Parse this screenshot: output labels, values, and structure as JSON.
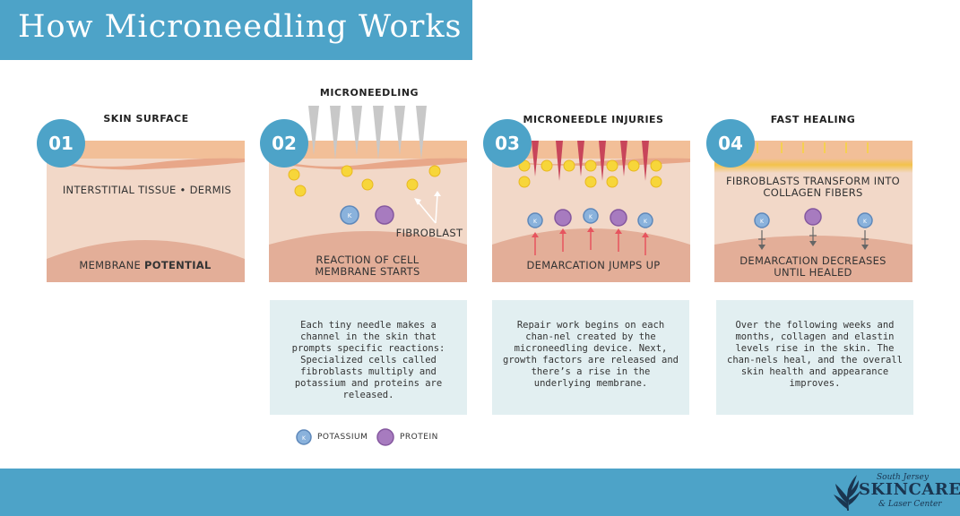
{
  "title": "How Microneedling Works",
  "colors": {
    "accent": "#4da3c8",
    "skin_top": "#f2bf98",
    "skin_mid": "#f2d8c8",
    "membrane": "#e3ae98",
    "needle": "#c8c8c8",
    "needle_injury": "#c8455a",
    "fibroblast": "#f7d63a",
    "potassium": "#8ab2dc",
    "protein": "#a77bbf",
    "arrow_up": "#e6545e",
    "text_box": "#e2eff1"
  },
  "stages": [
    {
      "number": "01",
      "title": "SKIN SURFACE",
      "label_top": "INTERSTITIAL TISSUE • DERMIS",
      "label_bottom_plain": "MEMBRANE ",
      "label_bottom_bold": "POTENTIAL"
    },
    {
      "number": "02",
      "title": "MICRONEEDLING",
      "fibroblast_label": "FIBROBLAST",
      "label_line1": "REACTION OF CELL",
      "label_line2": "MEMBRANE STARTS",
      "description": "Each tiny needle makes a channel in the skin that prompts specific reactions: Specialized cells called fibroblasts multiply and potassium and proteins are released."
    },
    {
      "number": "03",
      "title": "MICRONEEDLE INJURIES",
      "label_bottom": "DEMARCATION JUMPS UP",
      "description": "Repair work begins on each chan-nel created by the microneedling device. Next, growth factors are released and there’s a rise in the underlying membrane."
    },
    {
      "number": "04",
      "title": "FAST HEALING",
      "label_top_line1": "FIBROBLASTS TRANSFORM INTO",
      "label_top_line2": "COLLAGEN FIBERS",
      "label_line1": "DEMARCATION DECREASES",
      "label_line2": "UNTIL HEALED",
      "description": "Over the following weeks and months, collagen and elastin levels rise in the skin. The chan-nels heal, and the overall skin health and appearance improves."
    }
  ],
  "legend": {
    "potassium": "POTASSIUM",
    "protein": "PROTEIN",
    "potassium_symbol": "K"
  },
  "logo": {
    "top": "South Jersey",
    "main": "SKINCARE",
    "bottom": "& Laser Center",
    "icon": "leaf-icon"
  }
}
